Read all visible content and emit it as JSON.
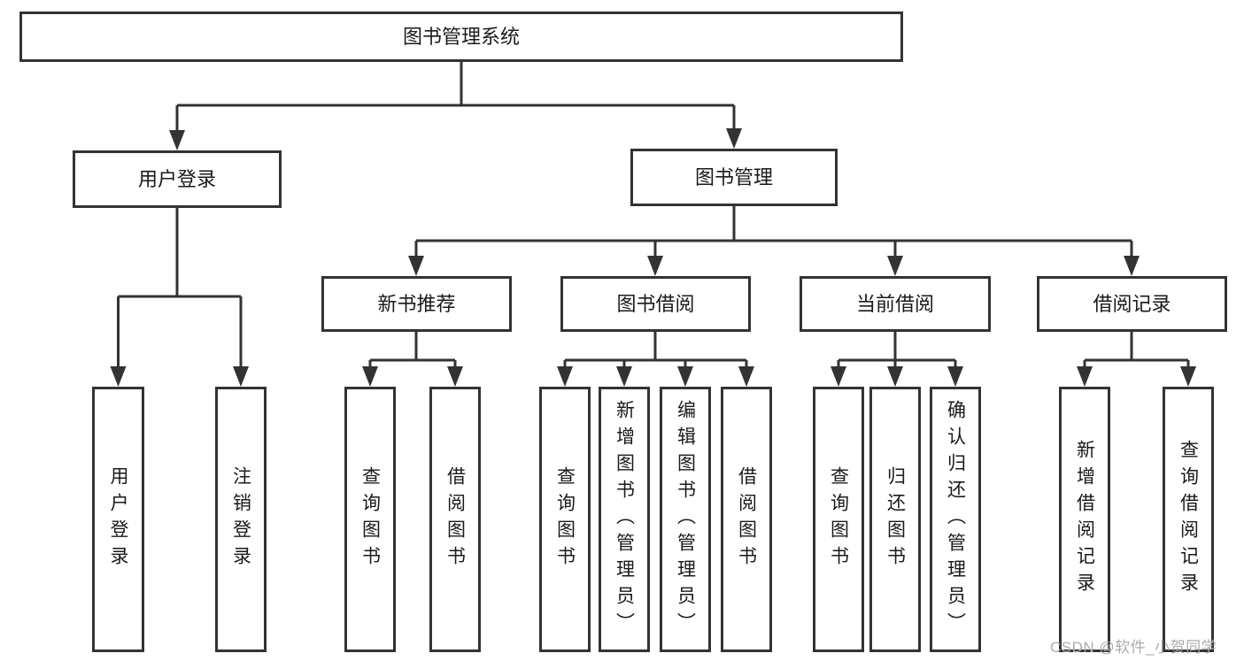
{
  "tree": {
    "label": "图书管理系统",
    "children": [
      {
        "label": "用户登录",
        "children": [
          {
            "label": "用户登录"
          },
          {
            "label": "注销登录"
          }
        ]
      },
      {
        "label": "图书管理",
        "children": [
          {
            "label": "新书推荐",
            "children": [
              {
                "label": "查询图书"
              },
              {
                "label": "借阅图书"
              }
            ]
          },
          {
            "label": "图书借阅",
            "children": [
              {
                "label": "查询图书"
              },
              {
                "label": "新增图书（管理员）"
              },
              {
                "label": "编辑图书（管理员）"
              },
              {
                "label": "借阅图书"
              }
            ]
          },
          {
            "label": "当前借阅",
            "children": [
              {
                "label": "查询图书"
              },
              {
                "label": "归还图书"
              },
              {
                "label": "确认归还（管理员）"
              }
            ]
          },
          {
            "label": "借阅记录",
            "children": [
              {
                "label": "新增借阅记录"
              },
              {
                "label": "查询借阅记录"
              }
            ]
          }
        ]
      }
    ]
  },
  "watermark": "CSDN @软件_小贺同学",
  "colors": {
    "line": "#333333",
    "text": "#1a1a1a",
    "watermark": "#ababab",
    "background": "#ffffff"
  }
}
